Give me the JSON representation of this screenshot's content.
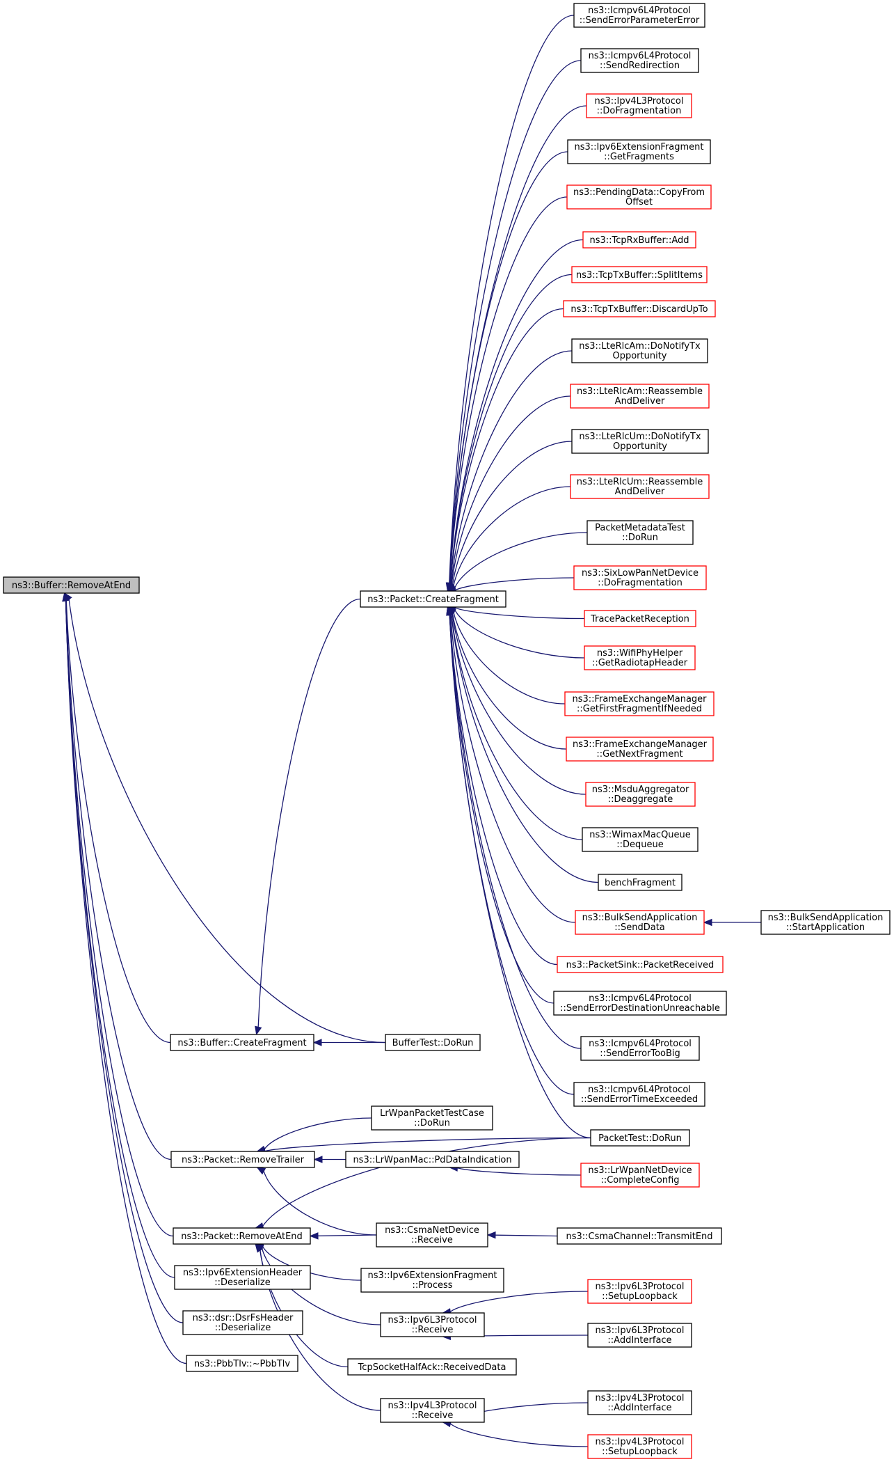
{
  "colors": {
    "edge": "#191970",
    "border_default": "#000000",
    "border_red": "#ff0000",
    "root_fill": "#bfbfbf"
  },
  "nodes": [
    {
      "id": "buf_rae",
      "lines": [
        "ns3::Buffer::RemoveAtEnd"
      ],
      "border": "black",
      "root": true
    },
    {
      "id": "buf_cf",
      "lines": [
        "ns3::Buffer::CreateFragment"
      ],
      "border": "black"
    },
    {
      "id": "pkt_rt",
      "lines": [
        "ns3::Packet::RemoveTrailer"
      ],
      "border": "black"
    },
    {
      "id": "pkt_rae",
      "lines": [
        "ns3::Packet::RemoveAtEnd"
      ],
      "border": "black"
    },
    {
      "id": "ipv6eh",
      "lines": [
        "ns3::Ipv6ExtensionHeader",
        "::Deserialize"
      ],
      "border": "black"
    },
    {
      "id": "dsr",
      "lines": [
        "ns3::dsr::DsrFsHeader",
        "::Deserialize"
      ],
      "border": "black"
    },
    {
      "id": "pbb",
      "lines": [
        "ns3::PbbTlv::~PbbTlv"
      ],
      "border": "black"
    },
    {
      "id": "pkt_cf",
      "lines": [
        "ns3::Packet::CreateFragment"
      ],
      "border": "black"
    },
    {
      "id": "buftest",
      "lines": [
        "BufferTest::DoRun"
      ],
      "border": "black"
    },
    {
      "id": "lrwpantc",
      "lines": [
        "LrWpanPacketTestCase",
        "::DoRun"
      ],
      "border": "black"
    },
    {
      "id": "lrwpanmac",
      "lines": [
        "ns3::LrWpanMac::PdDataIndication"
      ],
      "border": "black"
    },
    {
      "id": "csmand",
      "lines": [
        "ns3::CsmaNetDevice",
        "::Receive"
      ],
      "border": "black"
    },
    {
      "id": "ipv6ef_proc",
      "lines": [
        "ns3::Ipv6ExtensionFragment",
        "::Process"
      ],
      "border": "black"
    },
    {
      "id": "ipv6l3_recv",
      "lines": [
        "ns3::Ipv6L3Protocol",
        "::Receive"
      ],
      "border": "black"
    },
    {
      "id": "tcphalf",
      "lines": [
        "TcpSocketHalfAck::ReceivedData"
      ],
      "border": "black"
    },
    {
      "id": "ipv4l3_recv",
      "lines": [
        "ns3::Ipv4L3Protocol",
        "::Receive"
      ],
      "border": "black"
    },
    {
      "id": "icmp_spe",
      "lines": [
        "ns3::Icmpv6L4Protocol",
        "::SendErrorParameterError"
      ],
      "border": "black"
    },
    {
      "id": "icmp_sr",
      "lines": [
        "ns3::Icmpv6L4Protocol",
        "::SendRedirection"
      ],
      "border": "black"
    },
    {
      "id": "ipv4_frag",
      "lines": [
        "ns3::Ipv4L3Protocol",
        "::DoFragmentation"
      ],
      "border": "red"
    },
    {
      "id": "ipv6ef_gf",
      "lines": [
        "ns3::Ipv6ExtensionFragment",
        "::GetFragments"
      ],
      "border": "black"
    },
    {
      "id": "pending",
      "lines": [
        "ns3::PendingData::CopyFrom",
        "Offset"
      ],
      "border": "red"
    },
    {
      "id": "tcprx",
      "lines": [
        "ns3::TcpRxBuffer::Add"
      ],
      "border": "red"
    },
    {
      "id": "tcptx_si",
      "lines": [
        "ns3::TcpTxBuffer::SplitItems"
      ],
      "border": "red"
    },
    {
      "id": "tcptx_du",
      "lines": [
        "ns3::TcpTxBuffer::DiscardUpTo"
      ],
      "border": "red"
    },
    {
      "id": "lteam_tx",
      "lines": [
        "ns3::LteRlcAm::DoNotifyTx",
        "Opportunity"
      ],
      "border": "black"
    },
    {
      "id": "lteam_re",
      "lines": [
        "ns3::LteRlcAm::Reassemble",
        "AndDeliver"
      ],
      "border": "red"
    },
    {
      "id": "lteum_tx",
      "lines": [
        "ns3::LteRlcUm::DoNotifyTx",
        "Opportunity"
      ],
      "border": "black"
    },
    {
      "id": "lteum_re",
      "lines": [
        "ns3::LteRlcUm::Reassemble",
        "AndDeliver"
      ],
      "border": "red"
    },
    {
      "id": "pmdtest",
      "lines": [
        "PacketMetadataTest",
        "::DoRun"
      ],
      "border": "black"
    },
    {
      "id": "sixlow",
      "lines": [
        "ns3::SixLowPanNetDevice",
        "::DoFragmentation"
      ],
      "border": "red"
    },
    {
      "id": "trace",
      "lines": [
        "TracePacketReception"
      ],
      "border": "red"
    },
    {
      "id": "wifiphy",
      "lines": [
        "ns3::WifiPhyHelper",
        "::GetRadiotapHeader"
      ],
      "border": "red"
    },
    {
      "id": "fem_first",
      "lines": [
        "ns3::FrameExchangeManager",
        "::GetFirstFragmentIfNeeded"
      ],
      "border": "red"
    },
    {
      "id": "fem_next",
      "lines": [
        "ns3::FrameExchangeManager",
        "::GetNextFragment"
      ],
      "border": "red"
    },
    {
      "id": "msdu",
      "lines": [
        "ns3::MsduAggregator",
        "::Deaggregate"
      ],
      "border": "red"
    },
    {
      "id": "wimax",
      "lines": [
        "ns3::WimaxMacQueue",
        "::Dequeue"
      ],
      "border": "black"
    },
    {
      "id": "bench",
      "lines": [
        "benchFragment"
      ],
      "border": "black"
    },
    {
      "id": "bulk_sd",
      "lines": [
        "ns3::BulkSendApplication",
        "::SendData"
      ],
      "border": "red"
    },
    {
      "id": "sink",
      "lines": [
        "ns3::PacketSink::PacketReceived"
      ],
      "border": "red"
    },
    {
      "id": "icmp_sedu",
      "lines": [
        "ns3::Icmpv6L4Protocol",
        "::SendErrorDestinationUnreachable"
      ],
      "border": "black"
    },
    {
      "id": "icmp_setb",
      "lines": [
        "ns3::Icmpv6L4Protocol",
        "::SendErrorTooBig"
      ],
      "border": "black"
    },
    {
      "id": "icmp_sete",
      "lines": [
        "ns3::Icmpv6L4Protocol",
        "::SendErrorTimeExceeded"
      ],
      "border": "black"
    },
    {
      "id": "pkttest",
      "lines": [
        "PacketTest::DoRun"
      ],
      "border": "black"
    },
    {
      "id": "lrwpannd",
      "lines": [
        "ns3::LrWpanNetDevice",
        "::CompleteConfig"
      ],
      "border": "red"
    },
    {
      "id": "csmach",
      "lines": [
        "ns3::CsmaChannel::TransmitEnd"
      ],
      "border": "black"
    },
    {
      "id": "ipv6_sl",
      "lines": [
        "ns3::Ipv6L3Protocol",
        "::SetupLoopback"
      ],
      "border": "red"
    },
    {
      "id": "ipv6_ai",
      "lines": [
        "ns3::Ipv6L3Protocol",
        "::AddInterface"
      ],
      "border": "black"
    },
    {
      "id": "ipv4_ai",
      "lines": [
        "ns3::Ipv4L3Protocol",
        "::AddInterface"
      ],
      "border": "black"
    },
    {
      "id": "ipv4_sl",
      "lines": [
        "ns3::Ipv4L3Protocol",
        "::SetupLoopback"
      ],
      "border": "red"
    },
    {
      "id": "bulk_sa",
      "lines": [
        "ns3::BulkSendApplication",
        "::StartApplication"
      ],
      "border": "black"
    }
  ],
  "edges": [
    {
      "from": "buf_cf",
      "to": "buf_rae"
    },
    {
      "from": "buftest",
      "to": "buf_rae"
    },
    {
      "from": "pkt_rt",
      "to": "buf_rae"
    },
    {
      "from": "pkt_rae",
      "to": "buf_rae"
    },
    {
      "from": "ipv6eh",
      "to": "buf_rae"
    },
    {
      "from": "dsr",
      "to": "buf_rae"
    },
    {
      "from": "pbb",
      "to": "buf_rae"
    },
    {
      "from": "pkt_cf",
      "to": "buf_cf"
    },
    {
      "from": "buftest",
      "to": "buf_cf"
    },
    {
      "from": "pkttest",
      "to": "pkt_rt"
    },
    {
      "from": "lrwpantc",
      "to": "pkt_rt"
    },
    {
      "from": "lrwpanmac",
      "to": "pkt_rt"
    },
    {
      "from": "csmand",
      "to": "pkt_rt"
    },
    {
      "from": "pkttest",
      "to": "pkt_rae"
    },
    {
      "from": "csmand",
      "to": "pkt_rae"
    },
    {
      "from": "ipv6ef_proc",
      "to": "pkt_rae"
    },
    {
      "from": "ipv6l3_recv",
      "to": "pkt_rae"
    },
    {
      "from": "tcphalf",
      "to": "pkt_rae"
    },
    {
      "from": "ipv4l3_recv",
      "to": "pkt_rae"
    },
    {
      "from": "icmp_spe",
      "to": "pkt_cf"
    },
    {
      "from": "icmp_sr",
      "to": "pkt_cf"
    },
    {
      "from": "ipv4_frag",
      "to": "pkt_cf"
    },
    {
      "from": "ipv6ef_gf",
      "to": "pkt_cf"
    },
    {
      "from": "pending",
      "to": "pkt_cf"
    },
    {
      "from": "tcprx",
      "to": "pkt_cf"
    },
    {
      "from": "tcptx_si",
      "to": "pkt_cf"
    },
    {
      "from": "tcptx_du",
      "to": "pkt_cf"
    },
    {
      "from": "lteam_tx",
      "to": "pkt_cf"
    },
    {
      "from": "lteam_re",
      "to": "pkt_cf"
    },
    {
      "from": "lteum_tx",
      "to": "pkt_cf"
    },
    {
      "from": "lteum_re",
      "to": "pkt_cf"
    },
    {
      "from": "pmdtest",
      "to": "pkt_cf"
    },
    {
      "from": "sixlow",
      "to": "pkt_cf"
    },
    {
      "from": "trace",
      "to": "pkt_cf"
    },
    {
      "from": "wifiphy",
      "to": "pkt_cf"
    },
    {
      "from": "fem_first",
      "to": "pkt_cf"
    },
    {
      "from": "fem_next",
      "to": "pkt_cf"
    },
    {
      "from": "msdu",
      "to": "pkt_cf"
    },
    {
      "from": "wimax",
      "to": "pkt_cf"
    },
    {
      "from": "bench",
      "to": "pkt_cf"
    },
    {
      "from": "bulk_sd",
      "to": "pkt_cf"
    },
    {
      "from": "sink",
      "to": "pkt_cf"
    },
    {
      "from": "icmp_sedu",
      "to": "pkt_cf"
    },
    {
      "from": "icmp_setb",
      "to": "pkt_cf"
    },
    {
      "from": "icmp_sete",
      "to": "pkt_cf"
    },
    {
      "from": "pkttest",
      "to": "pkt_cf"
    },
    {
      "from": "lrwpannd",
      "to": "lrwpanmac"
    },
    {
      "from": "csmach",
      "to": "csmand"
    },
    {
      "from": "ipv6_sl",
      "to": "ipv6l3_recv"
    },
    {
      "from": "ipv6_ai",
      "to": "ipv6l3_recv"
    },
    {
      "from": "ipv4_ai",
      "to": "ipv4l3_recv"
    },
    {
      "from": "ipv4_sl",
      "to": "ipv4l3_recv"
    },
    {
      "from": "bulk_sa",
      "to": "bulk_sd"
    }
  ]
}
